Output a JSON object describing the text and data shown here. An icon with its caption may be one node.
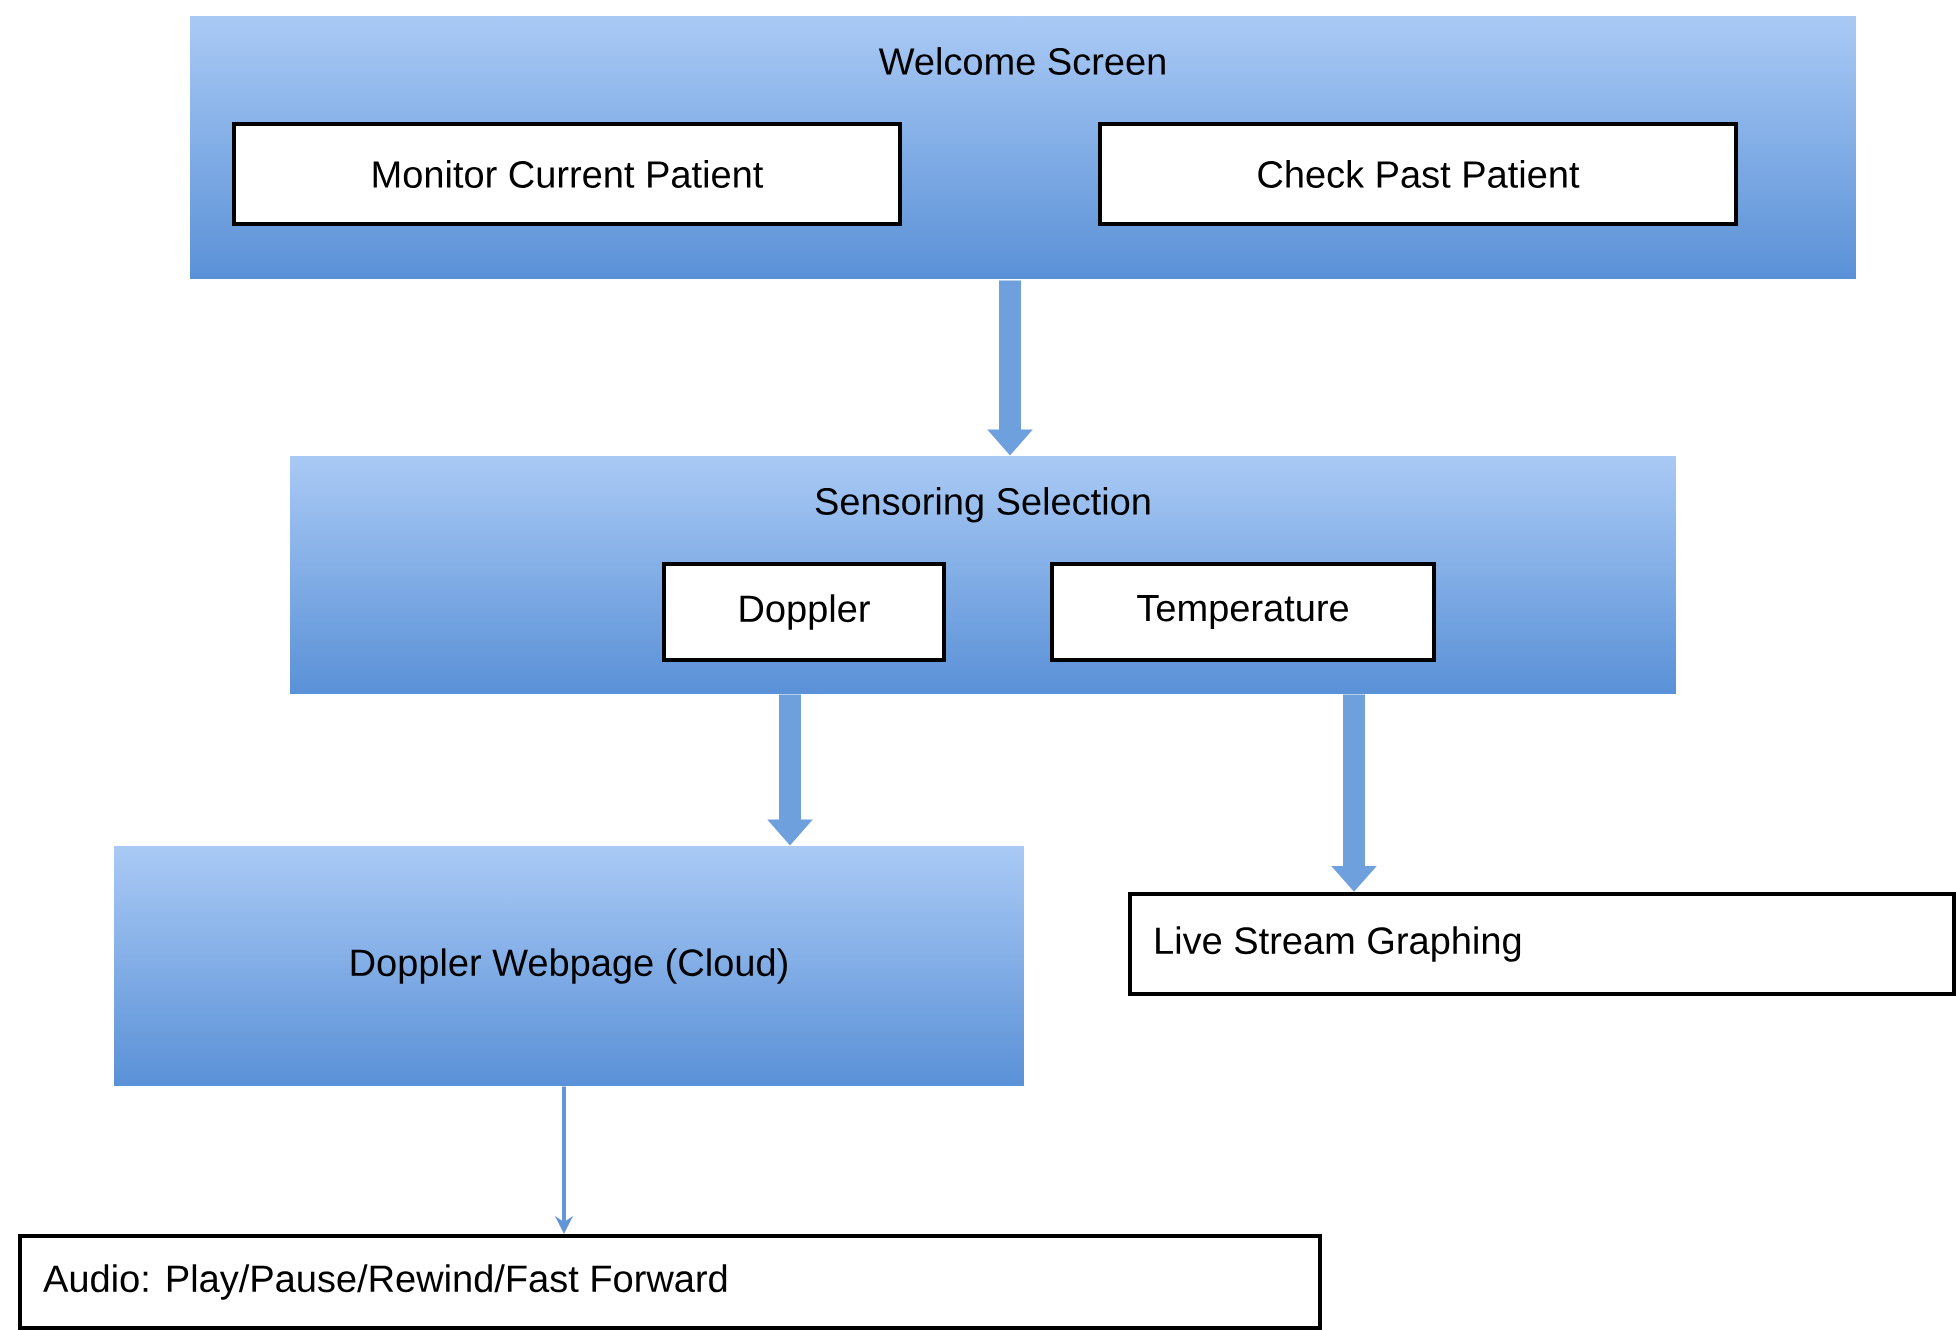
{
  "diagram": {
    "nodes": [
      {
        "text": [
          "Welcome Screen"
        ]
      },
      {
        "text": [
          "Monitor Current Patient"
        ],
        "in": 0
      },
      {
        "text": [
          "Check Past Patient"
        ],
        "in": 0
      },
      {
        "text": [
          "Sensoring Selection"
        ]
      },
      {
        "text": [
          "Doppler"
        ],
        "in": 3
      },
      {
        "text": [
          "Temperature"
        ],
        "in": 3
      },
      {
        "text": [
          "Doppler Webpage (Cloud)"
        ]
      },
      {
        "text": [
          "Live Stream Graphing"
        ]
      },
      {
        "text": [
          "Audio: Play/Pause/Rewind/Fast Forward"
        ]
      }
    ],
    "edges": [
      {
        "from": 0,
        "to": 3,
        "arrow": "to"
      },
      {
        "from": 3,
        "to": 6,
        "arrow": "to"
      },
      {
        "from": 3,
        "to": 7,
        "arrow": "to"
      },
      {
        "from": 6,
        "to": 8,
        "arrow": "to"
      }
    ]
  }
}
